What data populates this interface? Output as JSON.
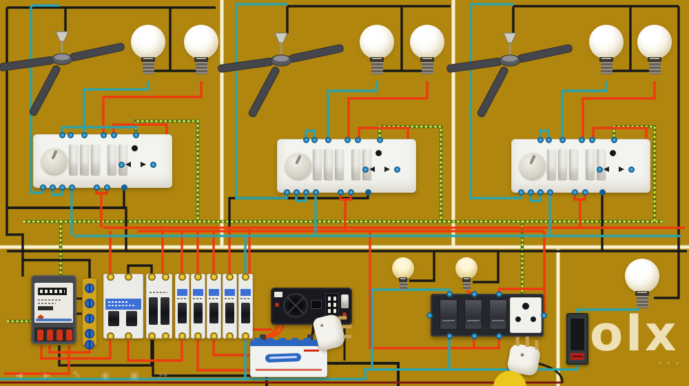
{
  "watermark": {
    "logo": "olx",
    "dots": "· · ·"
  },
  "palette": {
    "bg": "#b0860f",
    "wireBlack": "#181818",
    "wireRed": "#ee3a10",
    "wireMaroon": "#7c150f",
    "wireTeal": "#2aa3ad",
    "earthBright": "#d8ef3e",
    "earthDark": "#57701e",
    "divider": "#f7f0cf",
    "panelWhite": "#f3f3ef",
    "terminalBlue": "#3fa7dc",
    "terminalYellow": "#eec93c",
    "mcbWhite": "#ebebe7",
    "labelBlue": "#3d6fd6",
    "busbarGold": "#d2a21b",
    "busTermBlue": "#2d6cc8",
    "meterBody": "#44474b",
    "meterFace": "#eceae2",
    "inverterBody": "#191a1f",
    "batteryWhite": "#f1f3f1",
    "batteryBlue": "#2b66c0",
    "plugWhite": "#f4f2ec",
    "brass": "#c9a04e",
    "darkPlate": "#25272c",
    "deviceBody": "#333a3e",
    "deviceRed": "#b22018",
    "watermark": "#f2e5bd",
    "highlight": "#ecc71c",
    "fanBlade": "#45464c"
  },
  "rooms": [
    {
      "name": "room-circuit-1",
      "fans": 1,
      "bulbs": 2,
      "switches": 5,
      "regulators": 1,
      "sockets": 1
    },
    {
      "name": "room-circuit-2",
      "fans": 1,
      "bulbs": 2,
      "switches": 5,
      "regulators": 1,
      "sockets": 1
    },
    {
      "name": "room-circuit-3",
      "fans": 1,
      "bulbs": 2,
      "switches": 5,
      "regulators": 1,
      "sockets": 1
    }
  ],
  "distribution": {
    "energy_meter": 1,
    "neutral_link_terminals": 5,
    "rccb_poles": 2,
    "dp_mcb": 1,
    "sp_mcb_count": 5
  },
  "backup_power": {
    "inverter": 1,
    "battery": 1
  },
  "bottom_circuit": {
    "bulbs": 3,
    "switchboard_switches": 3,
    "three_pin_socket": 1,
    "plugs": 2,
    "wall_device": 1
  },
  "toolbar": {
    "icons": [
      {
        "name": "previous"
      },
      {
        "name": "next"
      },
      {
        "name": "pen"
      },
      {
        "name": "shapes"
      },
      {
        "name": "capture"
      },
      {
        "name": "timeline"
      }
    ]
  }
}
